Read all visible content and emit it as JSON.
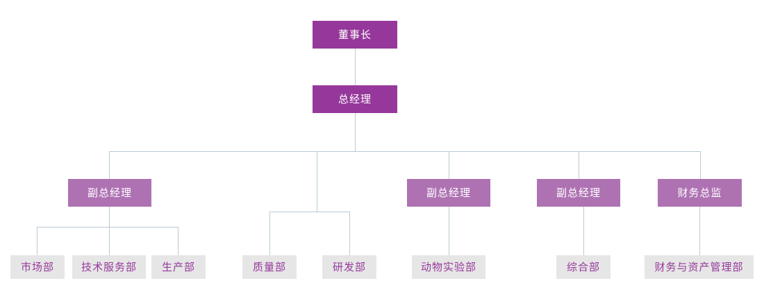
{
  "chart": {
    "type": "org-chart",
    "title": "",
    "colors": {
      "executive_fill": "#96389b",
      "vp_fill": "#ae72b3",
      "department_fill": "#e6e6e6",
      "department_text": "#96389b",
      "executive_text": "#ffffff",
      "connector": "#b9c9d3",
      "background": "#ffffff"
    },
    "levels": [
      {
        "level": 1,
        "nodes": [
          {
            "id": "chairman",
            "label": "董事长",
            "style": "executive"
          }
        ]
      },
      {
        "level": 2,
        "nodes": [
          {
            "id": "gm",
            "label": "总经理",
            "style": "executive"
          }
        ]
      },
      {
        "level": 3,
        "nodes": [
          {
            "id": "vp1",
            "label": "副总经理",
            "style": "vp"
          },
          {
            "id": "vp2",
            "label": "副总经理",
            "style": "vp"
          },
          {
            "id": "vp3",
            "label": "副总经理",
            "style": "vp"
          },
          {
            "id": "cfo",
            "label": "财务总监",
            "style": "vp"
          }
        ]
      },
      {
        "level": 4,
        "nodes": [
          {
            "id": "dept-market",
            "label": "市场部",
            "style": "department"
          },
          {
            "id": "dept-tech-service",
            "label": "技术服务部",
            "style": "department"
          },
          {
            "id": "dept-production",
            "label": "生产部",
            "style": "department"
          },
          {
            "id": "dept-quality",
            "label": "质量部",
            "style": "department"
          },
          {
            "id": "dept-rnd",
            "label": "研发部",
            "style": "department"
          },
          {
            "id": "dept-animal-lab",
            "label": "动物实验部",
            "style": "department"
          },
          {
            "id": "dept-general-affairs",
            "label": "综合部",
            "style": "department"
          },
          {
            "id": "dept-finance-assets",
            "label": "财务与资产管理部",
            "style": "department"
          }
        ]
      }
    ],
    "nodes": {
      "chairman": "董事长",
      "gm": "总经理",
      "vp1": "副总经理",
      "vp2": "副总经理",
      "vp3": "副总经理",
      "cfo": "财务总监",
      "dept_market": "市场部",
      "dept_tech_service": "技术服务部",
      "dept_production": "生产部",
      "dept_quality": "质量部",
      "dept_rnd": "研发部",
      "dept_animal_lab": "动物实验部",
      "dept_general_affairs": "综合部",
      "dept_finance_assets": "财务与资产管理部"
    },
    "edges": [
      {
        "from": "chairman",
        "to": "gm"
      },
      {
        "from": "gm",
        "to": "vp1"
      },
      {
        "from": "gm",
        "to": "dept_quality_group"
      },
      {
        "from": "gm",
        "to": "vp2"
      },
      {
        "from": "gm",
        "to": "vp3"
      },
      {
        "from": "gm",
        "to": "cfo"
      },
      {
        "from": "vp1",
        "to": "dept_market"
      },
      {
        "from": "vp1",
        "to": "dept_tech_service"
      },
      {
        "from": "vp1",
        "to": "dept_production"
      },
      {
        "from": "vp2",
        "to": "dept_animal_lab"
      },
      {
        "from": "vp3",
        "to": "dept_general_affairs"
      },
      {
        "from": "cfo",
        "to": "dept_finance_assets"
      }
    ]
  }
}
